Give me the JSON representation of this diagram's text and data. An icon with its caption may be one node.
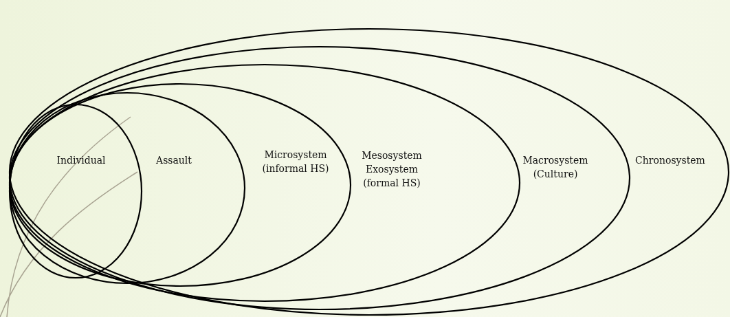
{
  "diagram": {
    "nodes": [
      {
        "text": [
          "Chronosystem"
        ]
      },
      {
        "text": [
          "Macrosystem (Culture)"
        ],
        "in": 0
      },
      {
        "text": [
          "Mesosystem Exosystem (formal HS)"
        ],
        "in": 1
      },
      {
        "text": [
          "Microsystem (informal HS)"
        ],
        "in": 2
      },
      {
        "text": [
          "Assault"
        ],
        "in": 3
      },
      {
        "text": [
          "Individual"
        ],
        "in": 4
      }
    ]
  }
}
